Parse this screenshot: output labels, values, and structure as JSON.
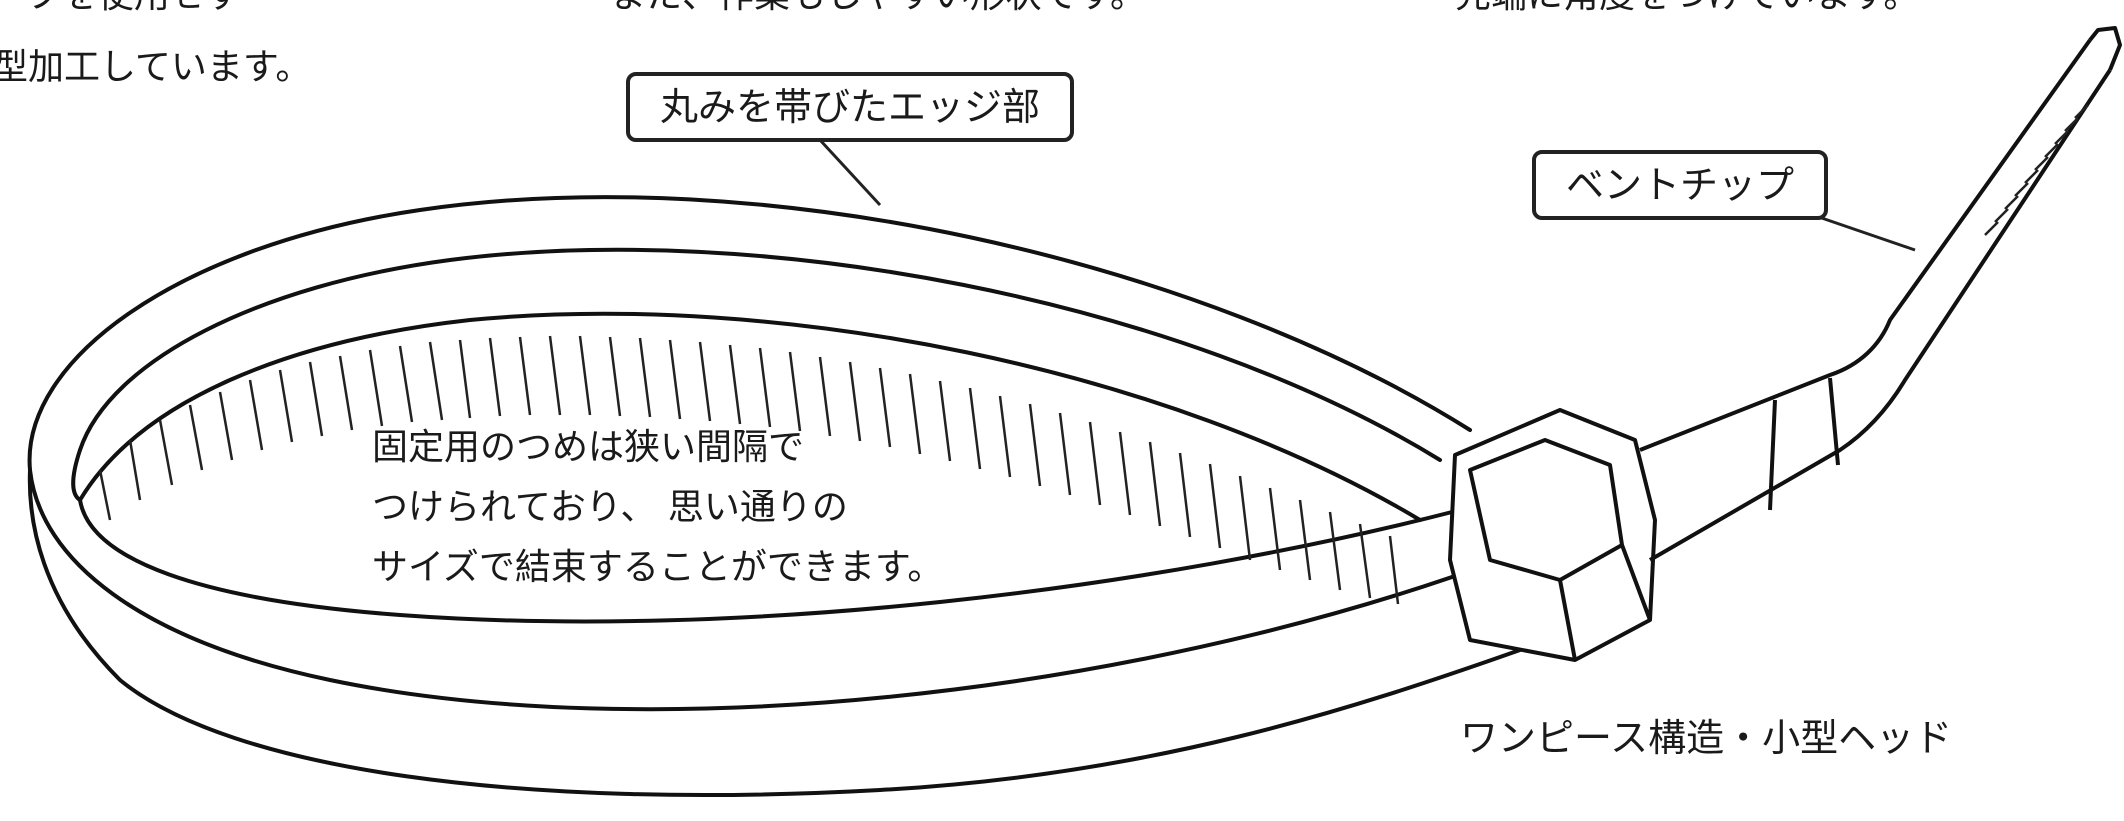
{
  "labels": {
    "top_left_line1": "ープを使用せず",
    "top_left_line2": "型加工しています。",
    "top_center": "また、作業もしやすい形状です。",
    "top_right": "先端に角度をつけています。",
    "rounded_edge": "丸みを帯びたエッジ部",
    "bent_tip": "ベントチップ",
    "claws_line1": "固定用のつめは狭い間隔で",
    "claws_line2": "つけられており、 思い通りの",
    "claws_line3": "サイズで結束することができます。",
    "one_piece_head": "ワンピース構造・小型ヘッド"
  }
}
